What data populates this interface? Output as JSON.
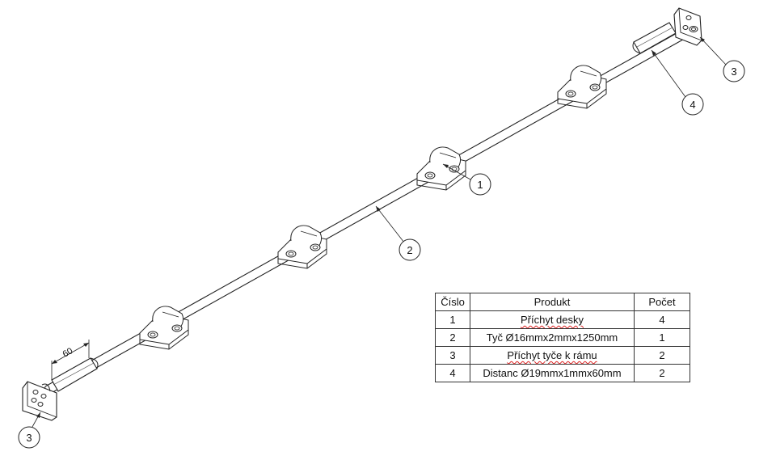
{
  "callouts": {
    "bracket": "1",
    "rod": "2",
    "rod_clamp_left": "3",
    "rod_clamp_right": "3",
    "spacer": "4"
  },
  "dimension": {
    "spacer_length": "60"
  },
  "bom": {
    "headers": {
      "number": "Číslo",
      "product": "Produkt",
      "count": "Počet"
    },
    "rows": [
      {
        "number": "1",
        "product": "Příchyt desky",
        "count": "4"
      },
      {
        "number": "2",
        "product": "Tyč Ø16mmx2mmx1250mm",
        "count": "1"
      },
      {
        "number": "3",
        "product": "Příchyt tyče k rámu",
        "count": "2"
      },
      {
        "number": "4",
        "product": "Distanc Ø19mmx1mmx60mm",
        "count": "2"
      }
    ]
  }
}
